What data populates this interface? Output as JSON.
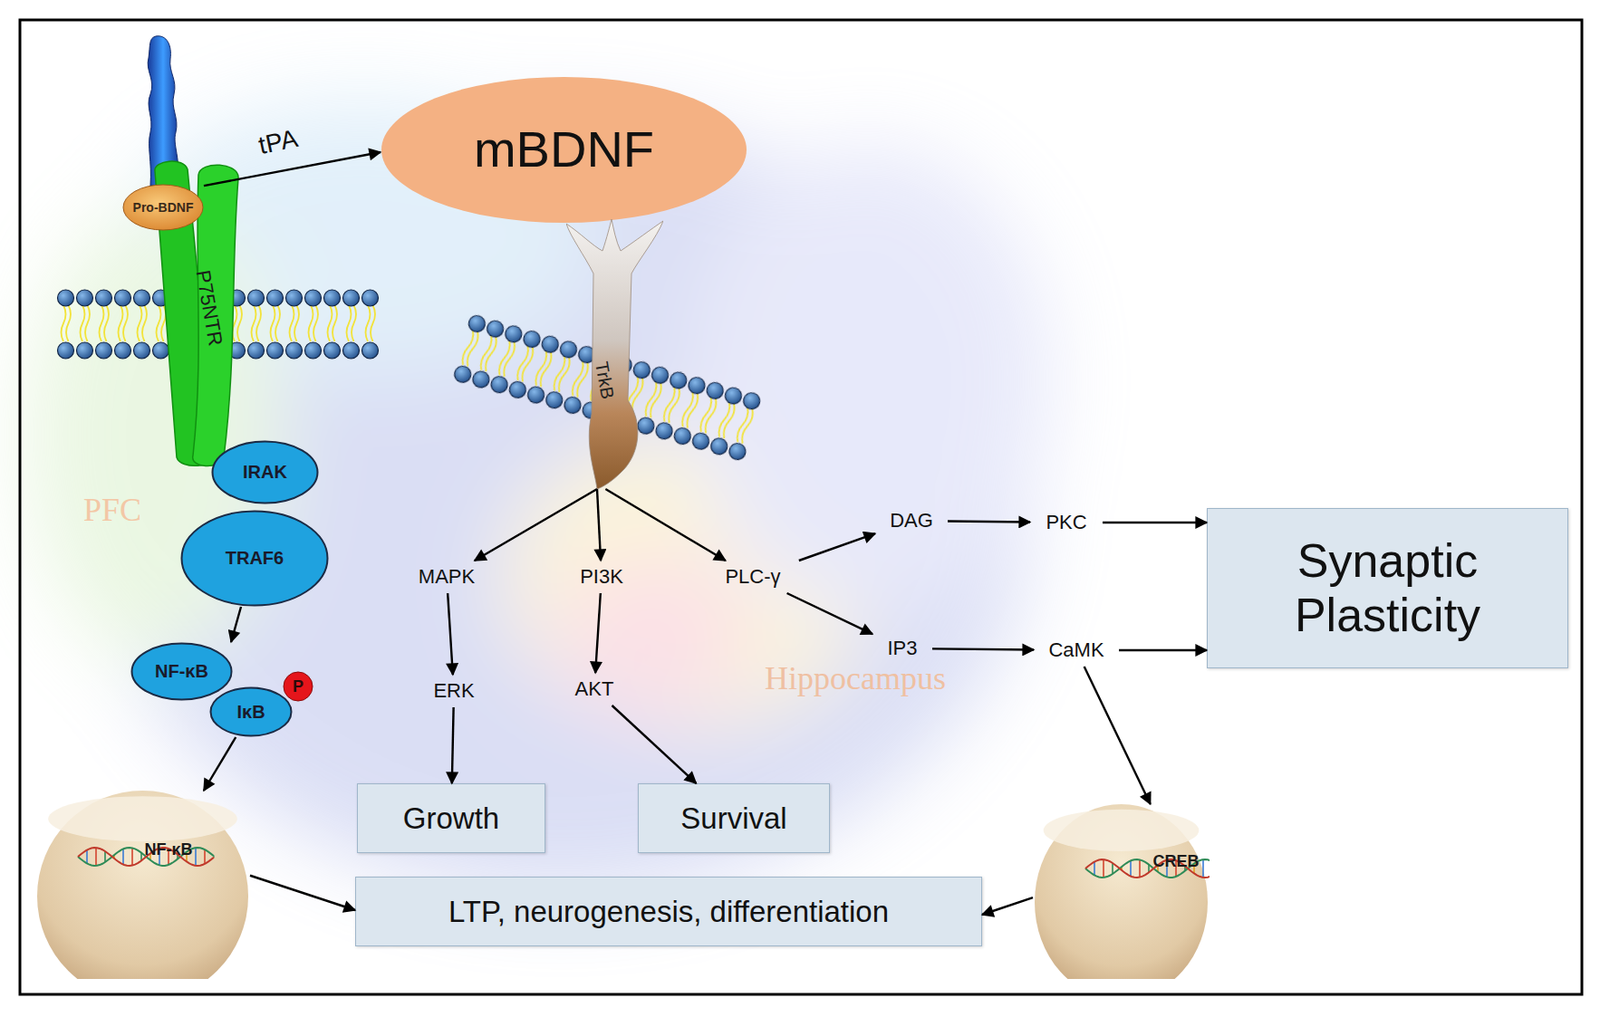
{
  "diagram": {
    "nodes": [
      {
        "text": [
          "Pro-BDNF"
        ]
      },
      {
        "text": [
          "P75NTR"
        ]
      },
      {
        "text": [
          "mBDNF"
        ]
      },
      {
        "text": [
          "TrkB"
        ]
      },
      {
        "text": [
          "IRAK"
        ]
      },
      {
        "text": [
          "TRAF6"
        ]
      },
      {
        "text": [
          "DAG"
        ]
      },
      {
        "text": [
          "PKC"
        ]
      },
      {
        "text": [
          "Synaptic Plasticity"
        ]
      },
      {
        "text": [
          "MAPK"
        ]
      },
      {
        "text": [
          "PI3K"
        ]
      },
      {
        "text": [
          "PLC-γ"
        ]
      },
      {
        "text": [
          "IP3"
        ]
      },
      {
        "text": [
          "CaMK"
        ]
      },
      {
        "text": [
          "NF-κB"
        ]
      },
      {
        "text": [
          "P"
        ]
      },
      {
        "text": [
          "ERK"
        ]
      },
      {
        "text": [
          "AKT"
        ]
      },
      {
        "text": [
          "IκB"
        ]
      },
      {
        "text": [
          "Growth"
        ]
      },
      {
        "text": [
          "Survival"
        ]
      },
      {
        "text": [
          "NF-κB"
        ]
      },
      {
        "text": [
          "CREB"
        ]
      },
      {
        "text": [
          "LTP, neurogenesis, differentiation"
        ]
      }
    ],
    "edges": [
      {
        "from": 0,
        "to": 2,
        "label": "tPA",
        "arrow": "to"
      },
      {
        "from": 3,
        "to": 9,
        "arrow": "to"
      },
      {
        "from": 3,
        "to": 10,
        "arrow": "to"
      },
      {
        "from": 3,
        "to": 11,
        "arrow": "to"
      },
      {
        "from": 9,
        "to": 16,
        "arrow": "to"
      },
      {
        "from": 10,
        "to": 17,
        "arrow": "to"
      },
      {
        "from": 11,
        "to": 6,
        "arrow": "to"
      },
      {
        "from": 11,
        "to": 12,
        "arrow": "to"
      },
      {
        "from": 6,
        "to": 7,
        "arrow": "to"
      },
      {
        "from": 12,
        "to": 13,
        "arrow": "to"
      },
      {
        "from": 7,
        "to": 8,
        "arrow": "to"
      },
      {
        "from": 13,
        "to": 8,
        "arrow": "to"
      },
      {
        "from": 13,
        "to": 22,
        "arrow": "to"
      },
      {
        "from": 16,
        "to": 19,
        "arrow": "to"
      },
      {
        "from": 17,
        "to": 20,
        "arrow": "to"
      },
      {
        "from": 5,
        "to": 14,
        "arrow": "to"
      },
      {
        "from": 18,
        "to": 21,
        "arrow": "to"
      },
      {
        "from": 21,
        "to": 23,
        "arrow": "to"
      },
      {
        "from": 22,
        "to": 23,
        "arrow": "to"
      }
    ],
    "labels": [
      "PFC",
      "Hippocampus"
    ]
  }
}
